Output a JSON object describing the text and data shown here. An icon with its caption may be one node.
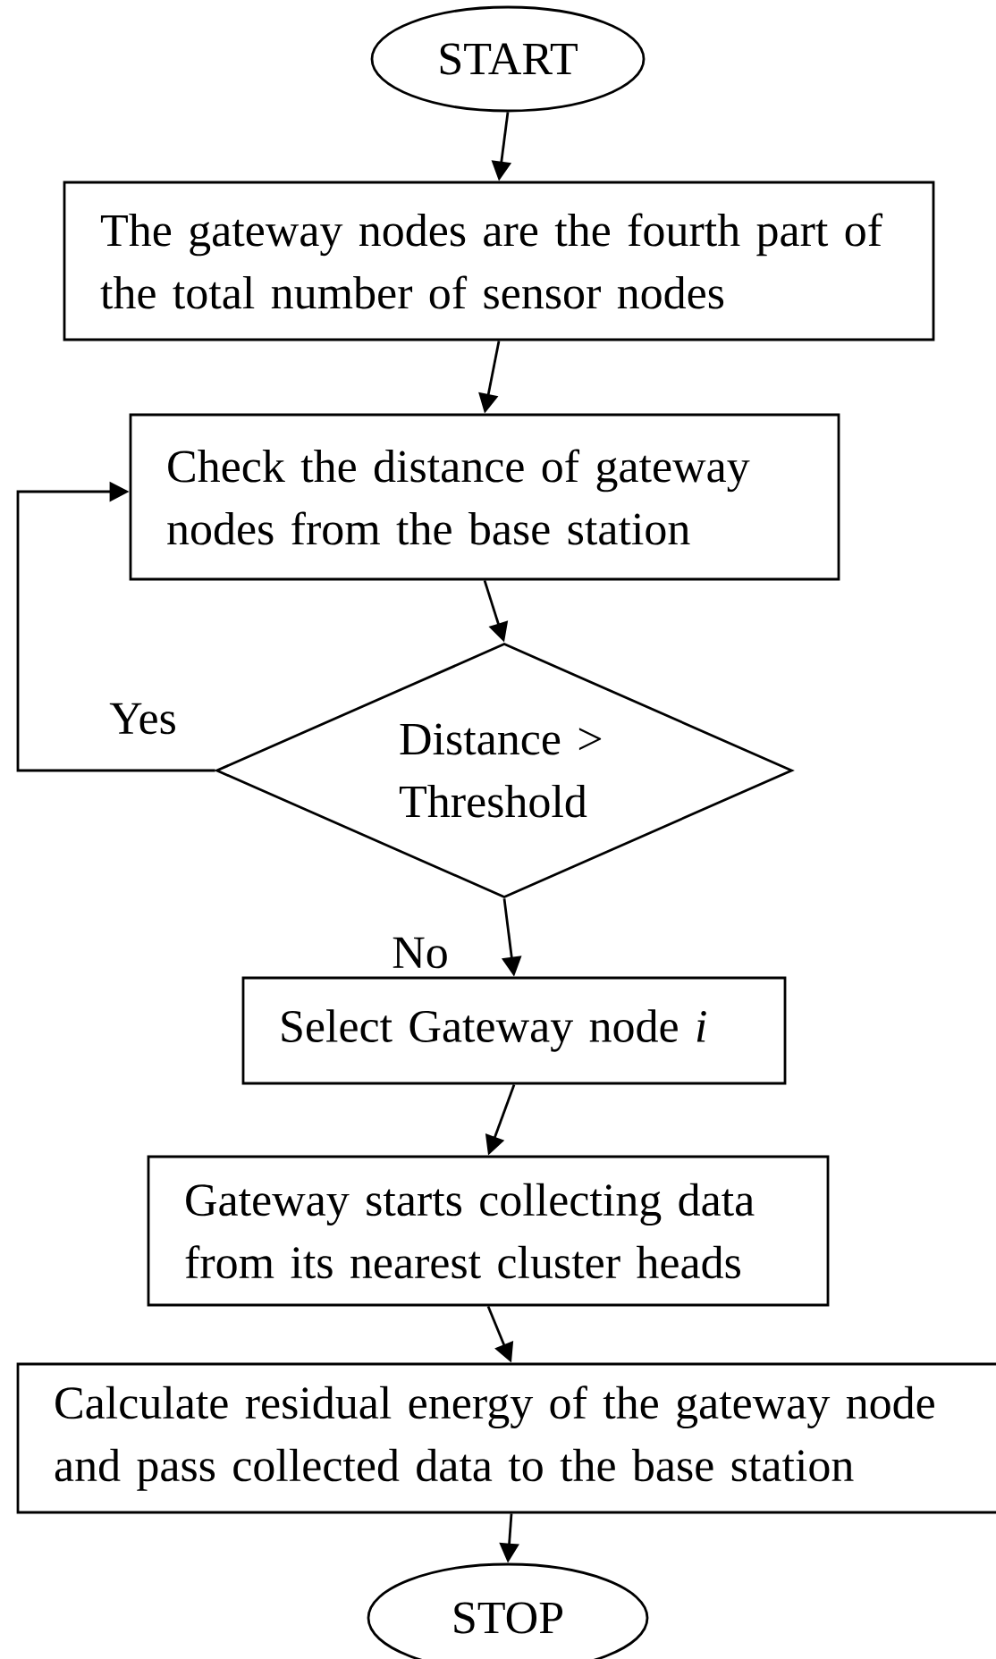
{
  "diagram": {
    "nodes": [
      {
        "text": [
          "START"
        ]
      },
      {
        "text": [
          "The gateway nodes are the fourth part of the total number of sensor nodes"
        ]
      },
      {
        "text": [
          "Check the distance of gateway nodes from the base station"
        ]
      },
      {
        "text": [
          "Distance > Threshold"
        ]
      },
      {
        "text": [
          "Select Gateway node *i*"
        ]
      },
      {
        "text": [
          "Gateway starts collecting data from its nearest cluster heads"
        ]
      },
      {
        "text": [
          "Calculate residual energy of the gateway node and pass collected data to the base station"
        ]
      },
      {
        "text": [
          "STOP"
        ]
      }
    ],
    "edges": [
      {
        "from": 0,
        "to": 1,
        "arrow": "to"
      },
      {
        "from": 1,
        "to": 2,
        "arrow": "to"
      },
      {
        "from": 2,
        "to": 3,
        "arrow": "to"
      },
      {
        "from": 3,
        "to": 2,
        "arrow": "to",
        "label": "Yes"
      },
      {
        "from": 3,
        "to": 4,
        "arrow": "to",
        "label": "No"
      },
      {
        "from": 4,
        "to": 5,
        "arrow": "to"
      },
      {
        "from": 5,
        "to": 6,
        "arrow": "to"
      },
      {
        "from": 6,
        "to": 7,
        "arrow": "to"
      }
    ]
  }
}
